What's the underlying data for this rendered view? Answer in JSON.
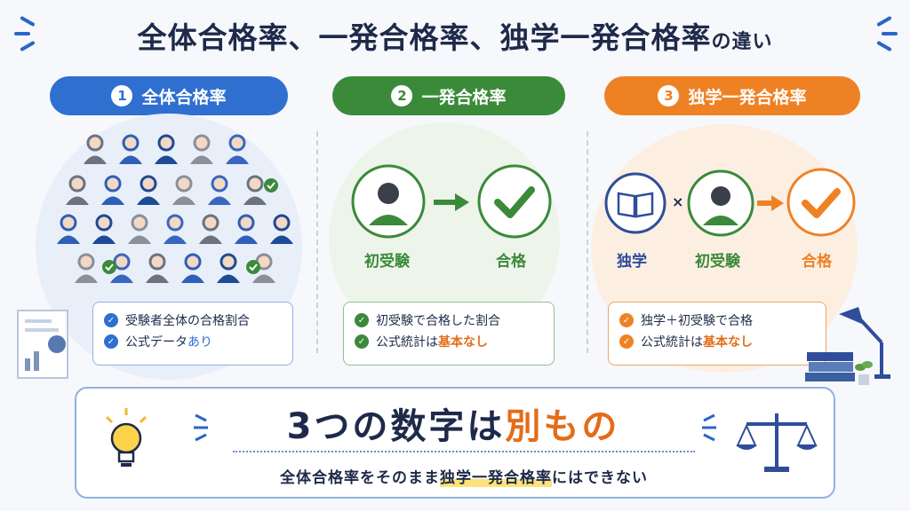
{
  "title": {
    "main": "全体合格率、一発合格率、独学一発合格率",
    "suffix": "の違い"
  },
  "sections": [
    {
      "num": "1",
      "label": "全体合格率",
      "color": "#2f6fd0",
      "points": [
        {
          "text": "受験者全体の合格割合",
          "highlight": ""
        },
        {
          "text": "公式データ",
          "highlight": "あり"
        }
      ]
    },
    {
      "num": "2",
      "label": "一発合格率",
      "color": "#3b8a3a",
      "icon_labels": [
        "初受験",
        "合格"
      ],
      "points": [
        {
          "text": "初受験で合格した割合",
          "highlight": ""
        },
        {
          "text": "公式統計は",
          "highlight": "基本なし"
        }
      ]
    },
    {
      "num": "3",
      "label": "独学一発合格率",
      "color": "#ef8125",
      "icon_labels": [
        "独学",
        "初受験",
        "合格"
      ],
      "operator": "×",
      "points": [
        {
          "text": "独学＋初受験で合格",
          "highlight": ""
        },
        {
          "text": "公式統計は",
          "highlight": "基本なし"
        }
      ]
    }
  ],
  "summary": {
    "headline_a": "3つの数字は",
    "headline_b": "別もの",
    "sub_a": "全体合格率をそのまま",
    "sub_b": "独学一発合格率",
    "sub_c": "にはできない"
  },
  "icons": [
    "people-crowd-icon",
    "person-icon",
    "arrow-right-icon",
    "check-circle-icon",
    "book-icon",
    "document-chart-icon",
    "lightbulb-icon",
    "scale-icon",
    "desk-lamp-icon",
    "books-stack-icon",
    "plant-icon"
  ]
}
